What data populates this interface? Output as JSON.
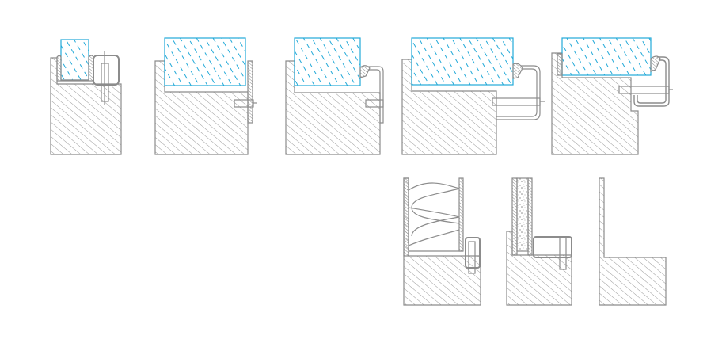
{
  "diagram": {
    "description_labels": [],
    "colors": {
      "line": "#8c8c8c",
      "hatch": "#9a9a9a",
      "glass": "#22a9d8",
      "background": "#ffffff"
    },
    "details": [
      {
        "id": "glazing-detail-1",
        "glass": true
      },
      {
        "id": "glazing-detail-2",
        "glass": true
      },
      {
        "id": "glazing-detail-3",
        "glass": true
      },
      {
        "id": "glazing-detail-4",
        "glass": true
      },
      {
        "id": "glazing-detail-5",
        "glass": true
      },
      {
        "id": "panel-detail-insulated",
        "glass": false
      },
      {
        "id": "panel-detail-concrete",
        "glass": false
      },
      {
        "id": "panel-detail-plain",
        "glass": false
      }
    ]
  }
}
